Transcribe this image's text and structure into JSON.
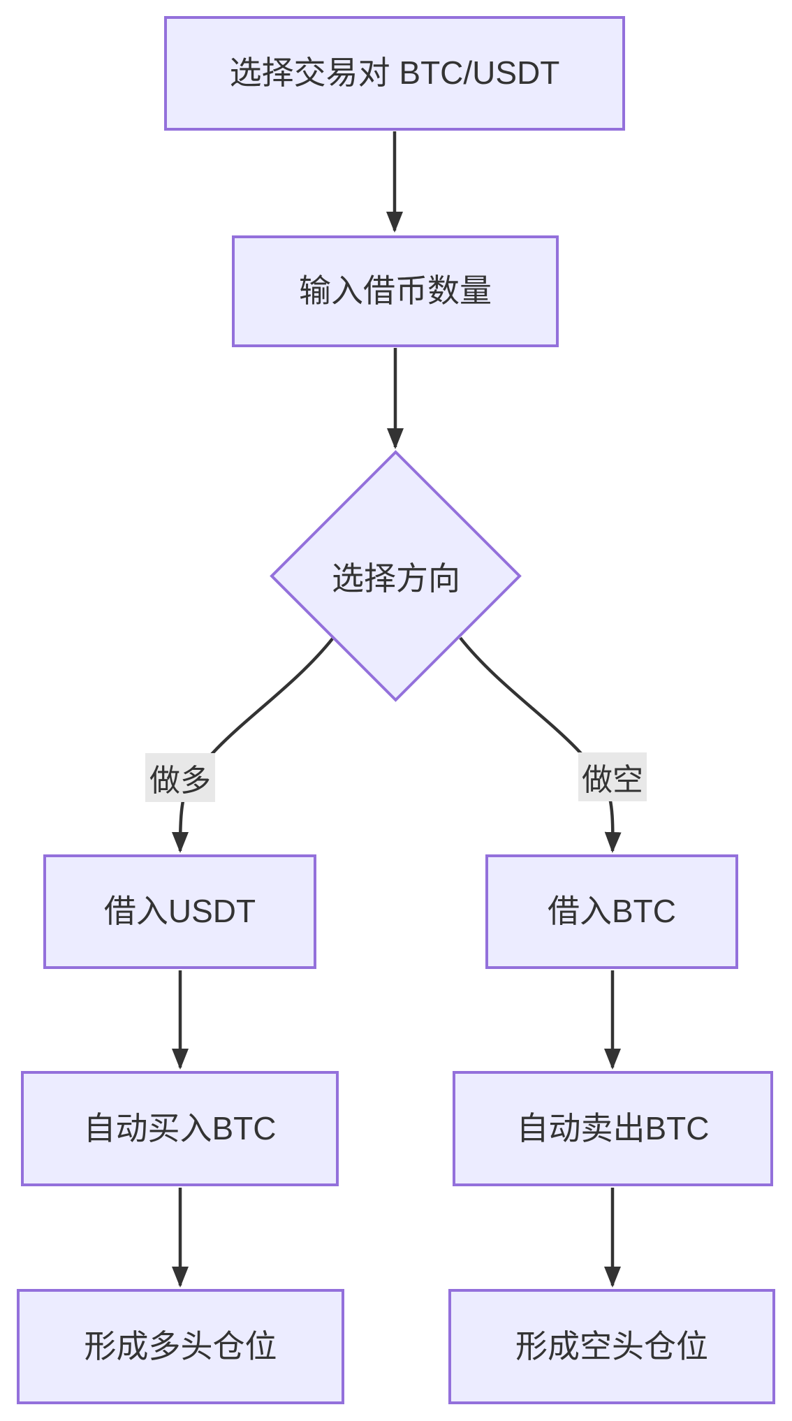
{
  "diagram": {
    "type": "flowchart",
    "direction": "top-to-bottom",
    "colors": {
      "node_fill": "#ECECFF",
      "node_border": "#9370DB",
      "text": "#333333",
      "edge": "#333333",
      "edge_label_bg": "#e8e8e8",
      "background": "#ffffff"
    },
    "nodes": [
      {
        "id": "select-pair",
        "shape": "rect",
        "label": "选择交易对 BTC/USDT"
      },
      {
        "id": "input-amount",
        "shape": "rect",
        "label": "输入借币数量"
      },
      {
        "id": "choose-direction",
        "shape": "diamond",
        "label": "选择方向"
      },
      {
        "id": "borrow-usdt",
        "shape": "rect",
        "label": "借入USDT"
      },
      {
        "id": "borrow-btc",
        "shape": "rect",
        "label": "借入BTC"
      },
      {
        "id": "auto-buy-btc",
        "shape": "rect",
        "label": "自动买入BTC"
      },
      {
        "id": "auto-sell-btc",
        "shape": "rect",
        "label": "自动卖出BTC"
      },
      {
        "id": "long-position",
        "shape": "rect",
        "label": "形成多头仓位"
      },
      {
        "id": "short-position",
        "shape": "rect",
        "label": "形成空头仓位"
      }
    ],
    "edges": [
      {
        "from": "select-pair",
        "to": "input-amount",
        "label": ""
      },
      {
        "from": "input-amount",
        "to": "choose-direction",
        "label": ""
      },
      {
        "from": "choose-direction",
        "to": "borrow-usdt",
        "label": "做多"
      },
      {
        "from": "choose-direction",
        "to": "borrow-btc",
        "label": "做空"
      },
      {
        "from": "borrow-usdt",
        "to": "auto-buy-btc",
        "label": ""
      },
      {
        "from": "borrow-btc",
        "to": "auto-sell-btc",
        "label": ""
      },
      {
        "from": "auto-buy-btc",
        "to": "long-position",
        "label": ""
      },
      {
        "from": "auto-sell-btc",
        "to": "short-position",
        "label": ""
      }
    ]
  }
}
